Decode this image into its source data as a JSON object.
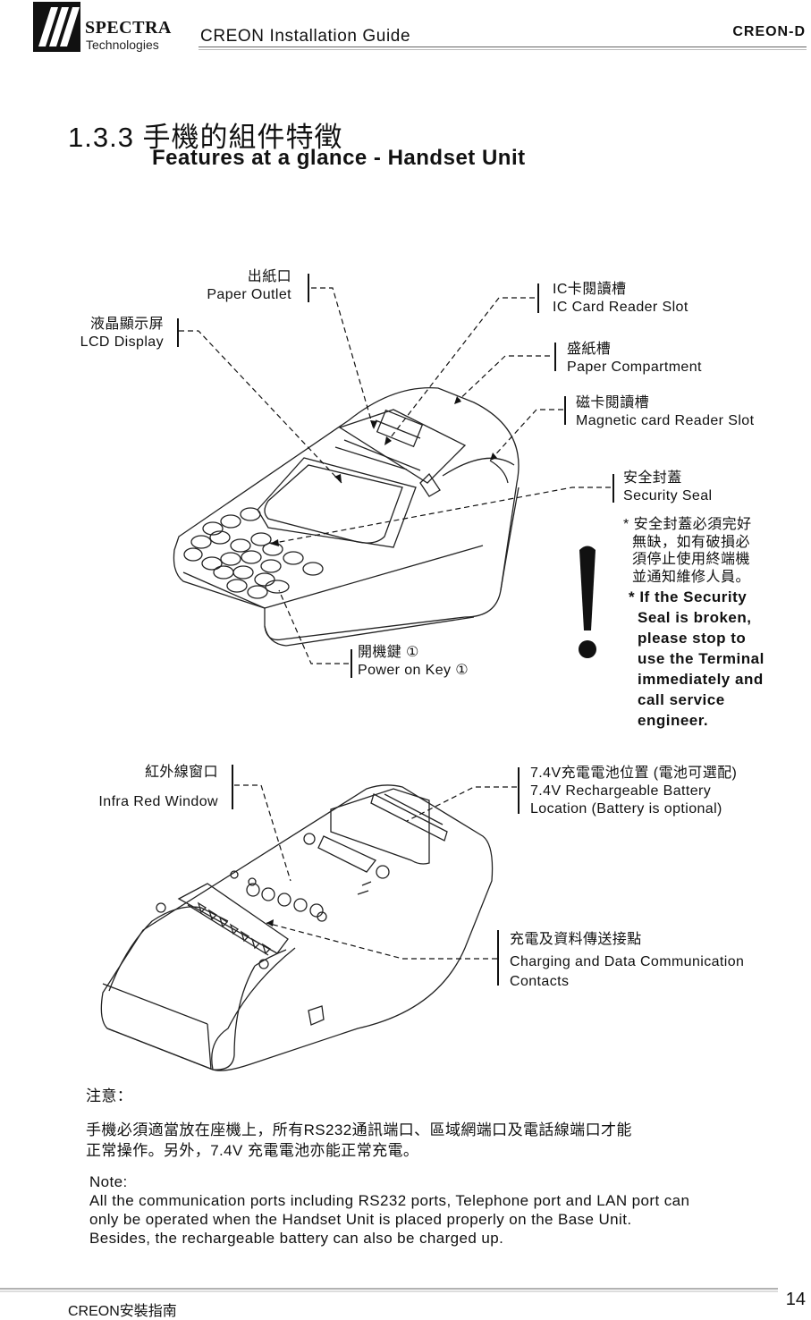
{
  "header": {
    "brand_name": "SPECTRA",
    "brand_sub": "Technologies",
    "guide_title": "CREON Installation Guide",
    "model": "CREON-D"
  },
  "section": {
    "title": "1.3.3  手機的組件特徵",
    "subtitle": "Features at a glance - Handset Unit"
  },
  "top_labels": {
    "paper_outlet_zh": "出紙口",
    "paper_outlet_en": "Paper Outlet",
    "lcd_zh": "液晶顯示屏",
    "lcd_en": "LCD Display",
    "ic_zh": "IC卡閱讀槽",
    "ic_en": "IC Card Reader Slot",
    "paper_comp_zh": "盛紙槽",
    "paper_comp_en": "Paper Compartment",
    "mag_zh": "磁卡閱讀槽",
    "mag_en": "Magnetic card Reader Slot",
    "seal_zh": "安全封蓋",
    "seal_en": "Security Seal",
    "power_zh": "開機鍵 ①",
    "power_en": "Power on Key ①"
  },
  "warning": {
    "zh_lines": [
      "* 安全封蓋必須完好",
      "無缺，如有破損必",
      "須停止使用終端機",
      "並通知維修人員。"
    ],
    "en_lines": [
      "* If the Security",
      "Seal is broken,",
      "please stop to",
      "use the Terminal",
      "immediately and",
      "call service",
      "engineer."
    ]
  },
  "bottom_labels": {
    "ir_zh": "紅外線窗口",
    "ir_en": "Infra Red Window",
    "battery_lines": [
      "7.4V充電電池位置 (電池可選配)",
      "7.4V Rechargeable Battery",
      "Location (Battery is optional)"
    ],
    "contacts_lines": [
      "充電及資料傳送接點",
      "Charging and Data Communication",
      "Contacts"
    ]
  },
  "notes": {
    "zh_heading": "注意：",
    "zh_lines": [
      "手機必須適當放在座機上，所有RS232通訊端口、區域網端口及電話線端口才能",
      "正常操作。另外，7.4V 充電電池亦能正常充電。"
    ],
    "en_heading": "Note:",
    "en_lines": [
      "All the communication ports including RS232 ports, Telephone port and LAN port can",
      "only be operated when the Handset Unit is placed properly on the Base Unit.",
      "Besides, the rechargeable battery can also be charged up."
    ]
  },
  "footer": {
    "left": "CREON安裝指南",
    "page": "14"
  }
}
